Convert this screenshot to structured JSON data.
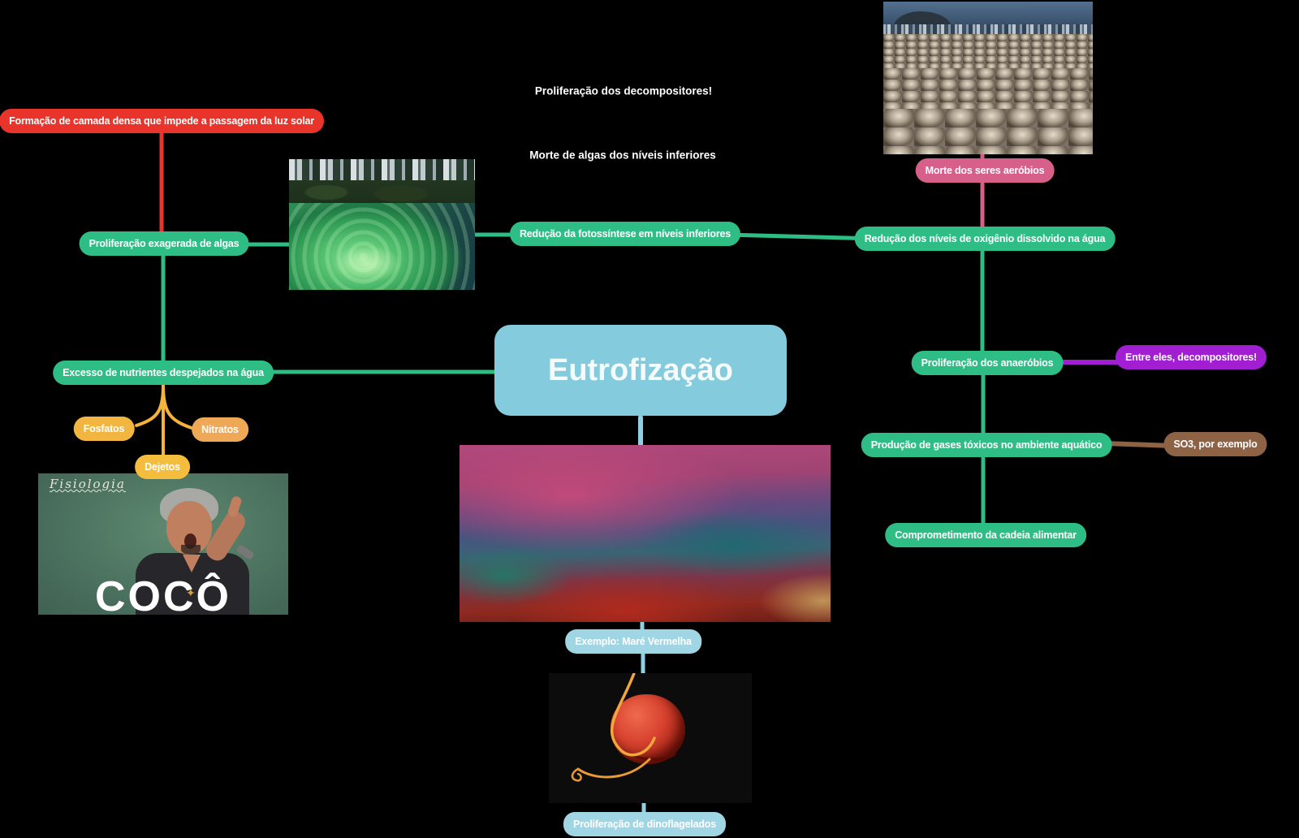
{
  "title": "Eutrofização",
  "background_color": "#000000",
  "nodes": {
    "eutrofizacao": {
      "label": "Eutrofização",
      "color": "#84cbdd"
    },
    "formacao": {
      "label": "Formação de camada densa que impede a passagem da luz solar",
      "color": "#e8342b"
    },
    "proliferacao_algas": {
      "label": "Proliferação exagerada de algas",
      "color": "#2fbd86"
    },
    "excesso_nutrientes": {
      "label": "Excesso de nutrientes despejados na água",
      "color": "#2fbd86"
    },
    "fosfatos": {
      "label": "Fosfatos",
      "color": "#f2b53f"
    },
    "nitratos": {
      "label": "Nitratos",
      "color": "#efa956"
    },
    "dejetos": {
      "label": "Dejetos",
      "color": "#f4bd3e"
    },
    "reducao_fotossintese": {
      "label": "Redução da fotossíntese em níveis inferiores",
      "color": "#2fbd86"
    },
    "reducao_oxigenio": {
      "label": "Redução dos níveis de oxigênio dissolvido na água",
      "color": "#2fbd86"
    },
    "morte_aerobios": {
      "label": "Morte dos seres aeróbios",
      "color": "#d7608a"
    },
    "proliferacao_anaerobios": {
      "label": "Proliferação dos anaeróbios",
      "color": "#2fbd86"
    },
    "entre_eles": {
      "label": "Entre eles, decompositores!",
      "color": "#a21ed2"
    },
    "producao_gases": {
      "label": "Produção de gases tóxicos no ambiente aquático",
      "color": "#2fbd86"
    },
    "so3": {
      "label": "SO3, por exemplo",
      "color": "#8d6245"
    },
    "comprometimento": {
      "label": "Comprometimento da cadeia alimentar",
      "color": "#2fbd86"
    },
    "exemplo_mare": {
      "label": "Exemplo: Maré Vermelha",
      "color": "#a0d5e4"
    },
    "proliferacao_dino": {
      "label": "Proliferação de dinoflagelados",
      "color": "#a0d5e4"
    }
  },
  "floating_texts": {
    "proliferacao_decompositores": "Proliferação dos decompositores!",
    "morte_algas": "Morte de algas dos níveis inferiores"
  },
  "images": {
    "coco_meme": {
      "board_text": "Fisiologia",
      "overlay_text": "COCÔ"
    }
  },
  "connections": [
    {
      "from": "formacao",
      "to": "proliferacao_algas",
      "color": "#e8342b"
    },
    {
      "from": "proliferacao_algas",
      "to": "excesso_nutrientes",
      "color": "#2fbd86"
    },
    {
      "from": "proliferacao_algas",
      "to": "algae_bloom_image",
      "color": "#2fbd86"
    },
    {
      "from": "algae_bloom_image",
      "to": "reducao_fotossintese",
      "color": "#2fbd86"
    },
    {
      "from": "reducao_fotossintese",
      "to": "reducao_oxigenio",
      "color": "#2fbd86"
    },
    {
      "from": "morte_aerobios",
      "to": "reducao_oxigenio",
      "color": "#d7608a"
    },
    {
      "from": "reducao_oxigenio",
      "to": "proliferacao_anaerobios",
      "color": "#2fbd86"
    },
    {
      "from": "proliferacao_anaerobios",
      "to": "entre_eles",
      "color": "#a21ed2"
    },
    {
      "from": "proliferacao_anaerobios",
      "to": "producao_gases",
      "color": "#2fbd86"
    },
    {
      "from": "producao_gases",
      "to": "so3",
      "color": "#8d6245"
    },
    {
      "from": "producao_gases",
      "to": "comprometimento",
      "color": "#2fbd86"
    },
    {
      "from": "excesso_nutrientes",
      "to": "eutrofizacao",
      "color": "#2fbd86"
    },
    {
      "from": "excesso_nutrientes",
      "to": "fosfatos",
      "color": "#f3b33c"
    },
    {
      "from": "excesso_nutrientes",
      "to": "nitratos",
      "color": "#f3b33c"
    },
    {
      "from": "excesso_nutrientes",
      "to": "dejetos",
      "color": "#f3b33c"
    },
    {
      "from": "eutrofizacao",
      "to": "red_tide_image",
      "color": "#8fd0e2"
    },
    {
      "from": "red_tide_image",
      "to": "exemplo_mare",
      "color": "#8fd0e2"
    },
    {
      "from": "exemplo_mare",
      "to": "dinoflagellate_image",
      "color": "#8fd0e2"
    },
    {
      "from": "dinoflagellate_image",
      "to": "proliferacao_dino",
      "color": "#8fd0e2"
    }
  ]
}
